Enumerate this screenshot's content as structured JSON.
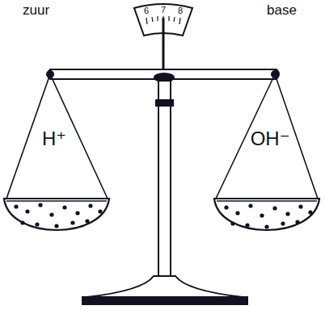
{
  "diagram": {
    "nodes": [
      {
        "text": [
          "H⁺"
        ]
      },
      {
        "text": [
          "OH⁻"
        ]
      }
    ],
    "labels": [
      "zuur",
      "base",
      "6",
      "7",
      "8"
    ]
  }
}
